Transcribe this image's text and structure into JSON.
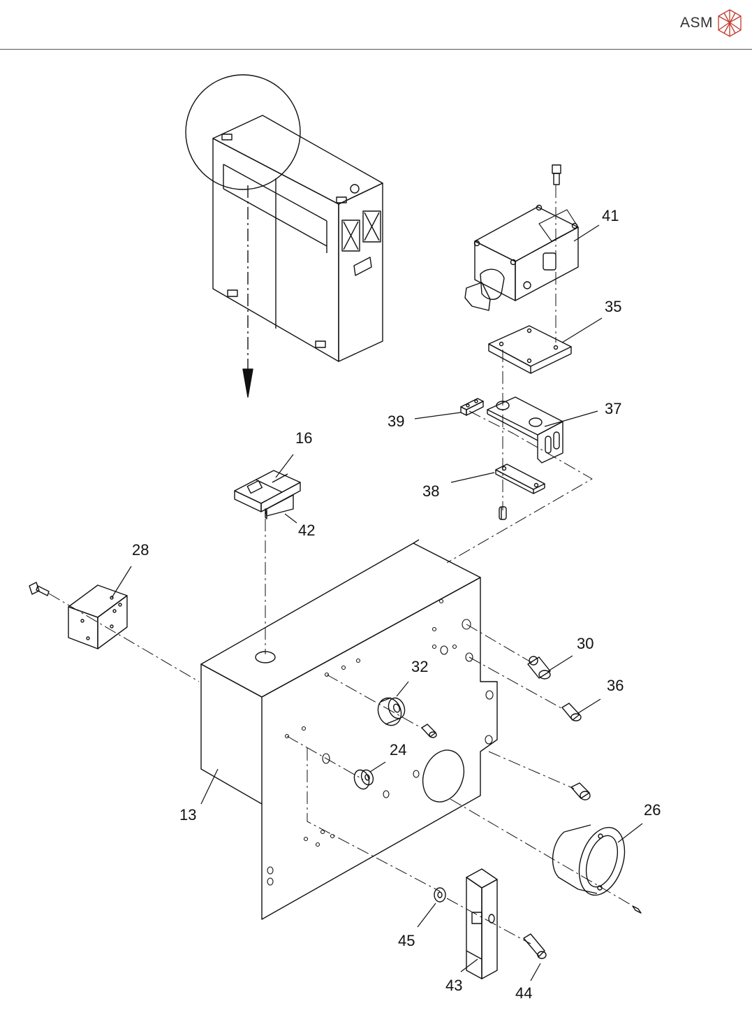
{
  "header": {
    "brand": "ASM",
    "brand_icon": "asm-cube-logo-icon"
  },
  "callouts": {
    "c41": "41",
    "c35": "35",
    "c37": "37",
    "c39": "39",
    "c38": "38",
    "c16": "16",
    "c42": "42",
    "c28": "28",
    "c30": "30",
    "c36": "36",
    "c32": "32",
    "c24": "24",
    "c26": "26",
    "c13": "13",
    "c45": "45",
    "c43": "43",
    "c44": "44"
  }
}
